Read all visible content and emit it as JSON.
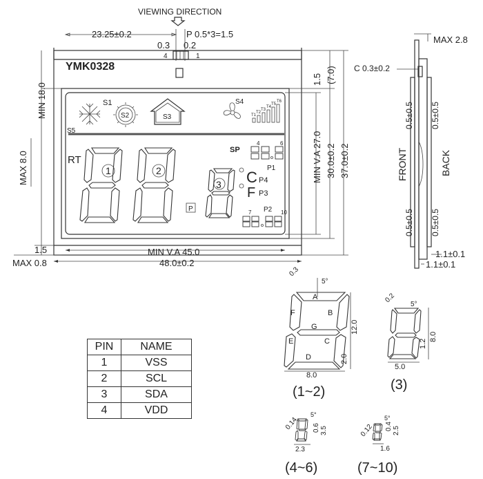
{
  "drawing": {
    "viewing_direction": "VIEWING DIRECTION",
    "dims": {
      "width_top": "23.25±0.2",
      "pin_pitch": "P 0.5*3=1.5",
      "pin_03": "0.3",
      "pin_02": "0.2",
      "pin_4": "4",
      "pin_1": "1",
      "max_28": "MAX 2.8",
      "c_03": "C 0.3±0.2",
      "min_18": "MIN 18.0",
      "max_8": "MAX 8.0",
      "d_15r": "1.5",
      "d_70": "(7.0)",
      "min_va_27": "MIN V.A 27.0",
      "d_30": "30.0±0.2",
      "d_37": "37.0±0.2",
      "min_va_45": "MIN V.A 45.0",
      "d_48": "48.0±0.2",
      "d_15l": "1.5",
      "max_08": "MAX 0.8",
      "front": "FRONT",
      "back": "BACK",
      "s05a": "0.5±0.5",
      "s05b": "0.5±0.5",
      "s05c": "0.5±0.5",
      "s05d": "0.5±0.5",
      "d_11a": "1.1±0.1",
      "d_11b": "1.1±0.1"
    },
    "model": "YMK0328",
    "lcd": {
      "s1": "S1",
      "s2": "S2",
      "s3": "S3",
      "s4": "S4",
      "s5": "S5",
      "rt": "RT",
      "sp": "SP",
      "d1": "1",
      "d2": "2",
      "d3": "3",
      "n4": "4",
      "n6": "6",
      "n7": "7",
      "n10": "10",
      "p1": "P1",
      "p2": "P2",
      "p3": "P3",
      "p4": "P4",
      "p": "P",
      "t1": "T1",
      "t2": "T2",
      "t3": "T3",
      "t4": "T4",
      "t5": "T5",
      "t6": "T6",
      "c": "C",
      "f": "F"
    },
    "digit_details": {
      "big": {
        "caption": "(1~2)",
        "a": "A",
        "b": "B",
        "c": "C",
        "d": "D",
        "e": "E",
        "f": "F",
        "g": "G",
        "d03": "0.3",
        "angle": "5°",
        "h": "12.0",
        "w": "8.0",
        "g2": "2.0"
      },
      "mid": {
        "caption": "(3)",
        "d02": "0.2",
        "angle": "5°",
        "h": "8.0",
        "g": "1.2",
        "w": "5.0"
      },
      "small46": {
        "caption": "(4~6)",
        "d": "0.14",
        "angle": "5°",
        "h": "3.5",
        "g": "0.6",
        "w": "2.3"
      },
      "small710": {
        "caption": "(7~10)",
        "d": "0.12",
        "angle": "5°",
        "h": "2.5",
        "g": "0.4",
        "w": "1.6"
      }
    }
  },
  "pin_table": {
    "headers": [
      "PIN",
      "NAME"
    ],
    "rows": [
      {
        "pin": "1",
        "name": "VSS"
      },
      {
        "pin": "2",
        "name": "SCL"
      },
      {
        "pin": "3",
        "name": "SDA"
      },
      {
        "pin": "4",
        "name": "VDD"
      }
    ]
  }
}
